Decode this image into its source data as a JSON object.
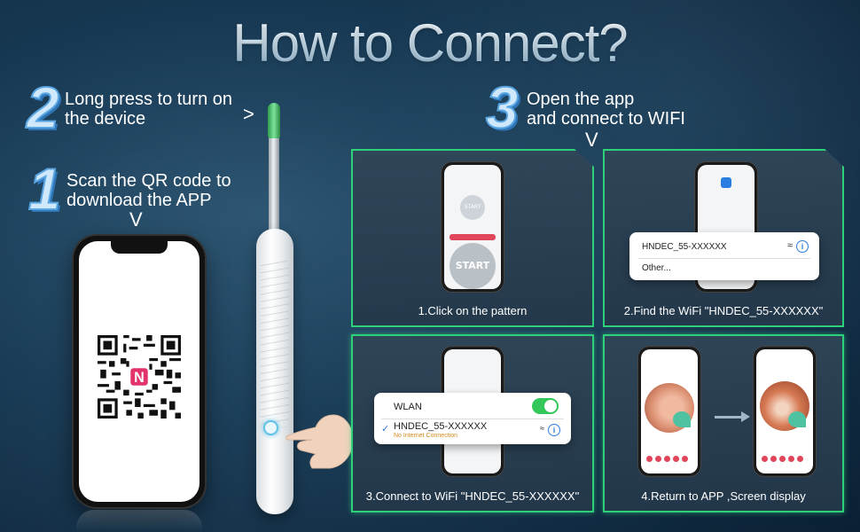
{
  "title": "How to Connect?",
  "step2": {
    "number": "2",
    "text_line1": "Long press to turn on",
    "text_line2": "the device"
  },
  "step1": {
    "number": "1",
    "text_line1": "Scan the QR code to",
    "text_line2": "download the APP"
  },
  "step3": {
    "number": "3",
    "text_line1": "Open the app",
    "text_line2": "and connect to WIFI"
  },
  "chevron_right": ">",
  "chevron_down": "V",
  "qr_badge": "N",
  "panels": {
    "p1": {
      "caption": "1.Click on the pattern",
      "start_label": "START"
    },
    "p2": {
      "caption": "2.Find the WiFi \"HNDEC_55-XXXXXX\"",
      "network": "HNDEC_55-XXXXXX",
      "other": "Other..."
    },
    "p3": {
      "caption": "3.Connect to WiFi \"HNDEC_55-XXXXXX\"",
      "wlan": "WLAN",
      "network": "HNDEC_55-XXXXXX",
      "sub": "No Internet Connection"
    },
    "p4": {
      "caption": "4.Return to APP ,Screen display"
    }
  },
  "colors": {
    "panel_border": "#2fd07a",
    "accent_blue": "#5aa6e3",
    "device_tip": "#4cc46a"
  }
}
